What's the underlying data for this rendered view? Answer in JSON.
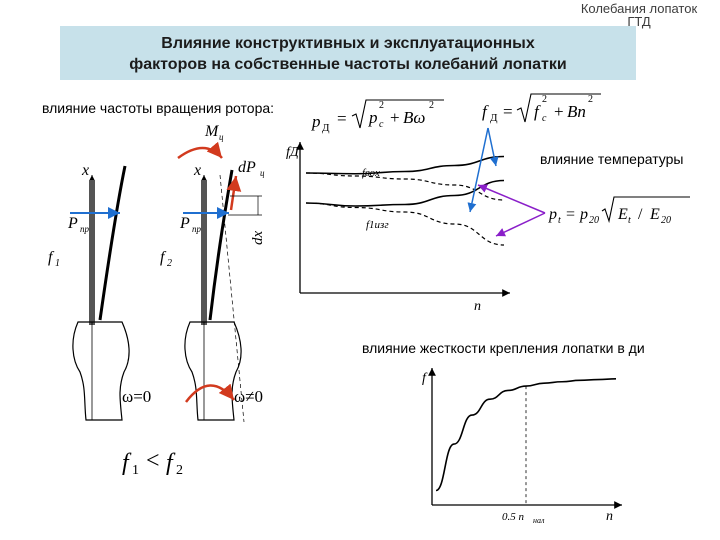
{
  "header": {
    "corner_line1": "Колебания лопаток",
    "corner_line2": "ГТД",
    "title_line1": "Влияние конструктивных и эксплуатационных",
    "title_line2": "факторов на собственные частоты колебаний лопатки"
  },
  "labels": {
    "rotation": "влияние частоты вращения ротора:",
    "temperature": "влияние температуры",
    "stiffness": "влияние жесткости крепления лопатки в ди"
  },
  "formulas": {
    "rotation_pd": "p",
    "rotation_pd_sub": "Д",
    "rotation_eq": "= √(p",
    "rotation_rest": "+ Bω",
    "rotation_fd": "f",
    "rotation_fd_rest": "= √(f",
    "rotation_fd_tail": "+ Bn",
    "temperature": "p",
    "temperature_rest": "= p",
    "temperature_tail": "√(E",
    "temperature_end": "/ E",
    "sq": "2",
    "sub_c": "c",
    "sub_t": "t",
    "sub_20": "20"
  },
  "blade_diagram": {
    "axis_x": "x",
    "moment": "M",
    "moment_sub": "ц",
    "dP": "dP",
    "dP_sub": "ц",
    "dx": "dx",
    "p_left": "P",
    "p_right": "P",
    "p_sub": "пр",
    "f1": "f",
    "f1_sub": "1",
    "f2": "f",
    "f2_sub": "2",
    "omega0": "ω=0",
    "omega_ne0": "ω≠0",
    "bottom_f1": "f",
    "bottom_lt": "<",
    "bottom_f2": "f",
    "bottom_sub1": "1",
    "bottom_sub2": "2"
  },
  "chart_data": [
    {
      "type": "line",
      "ylabel": "fД",
      "xlabel": "n",
      "series": [
        {
          "name": "fвох",
          "x": [
            0,
            0.25,
            0.5,
            0.75,
            1.0
          ],
          "y": [
            0.78,
            0.775,
            0.79,
            0.83,
            0.89
          ]
        },
        {
          "name": "fвох",
          "x": [
            0,
            0.25,
            0.5,
            0.75,
            1.0
          ],
          "y": [
            0.78,
            0.76,
            0.74,
            0.7,
            0.6
          ]
        },
        {
          "name": "f1изг",
          "x": [
            0,
            0.25,
            0.5,
            0.75,
            1.0
          ],
          "y": [
            0.58,
            0.56,
            0.57,
            0.63,
            0.73
          ]
        },
        {
          "name": "f1изг",
          "x": [
            0,
            0.25,
            0.5,
            0.75,
            1.0
          ],
          "y": [
            0.58,
            0.55,
            0.52,
            0.44,
            0.3
          ]
        }
      ]
    },
    {
      "type": "line",
      "ylabel": "f",
      "xlabel": "n",
      "x_tick_label": "0.5 n",
      "x_tick_sub": "нал",
      "x_tick_value": 0.5,
      "series": [
        {
          "x": [
            0,
            0.1,
            0.2,
            0.3,
            0.4,
            0.5,
            0.6,
            0.7,
            0.8,
            0.9,
            1.0
          ],
          "y": [
            0.1,
            0.42,
            0.62,
            0.73,
            0.79,
            0.82,
            0.84,
            0.85,
            0.86,
            0.865,
            0.87
          ]
        }
      ]
    }
  ],
  "colors": {
    "title_bg": "#c7e1ea",
    "arrow_blue": "#1f6fd0",
    "arrow_purple": "#8a1fc9",
    "red": "#d23a1e",
    "blade_fill": "#555555"
  }
}
